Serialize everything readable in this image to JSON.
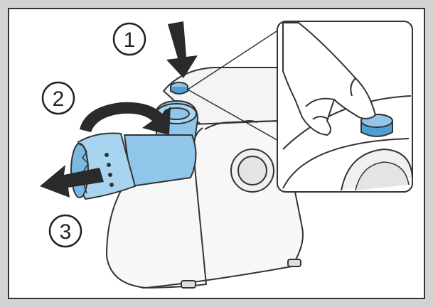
{
  "steps": [
    {
      "number": "1",
      "action": "press-release-button"
    },
    {
      "number": "2",
      "action": "rotate-head-counterclockwise"
    },
    {
      "number": "3",
      "action": "pull-head-off"
    }
  ],
  "colors": {
    "frame": "#d2d3d5",
    "panel": "#ffffff",
    "outline": "#333333",
    "accent_blue": "#8fc6ea",
    "accent_blue_dark": "#4f9fd6",
    "arrow": "#2a2a2a",
    "body_shade": "#f2f2f2"
  },
  "icons": [
    "push-arrow-icon",
    "rotate-arrow-icon",
    "pull-arrow-icon",
    "hand-icon"
  ]
}
